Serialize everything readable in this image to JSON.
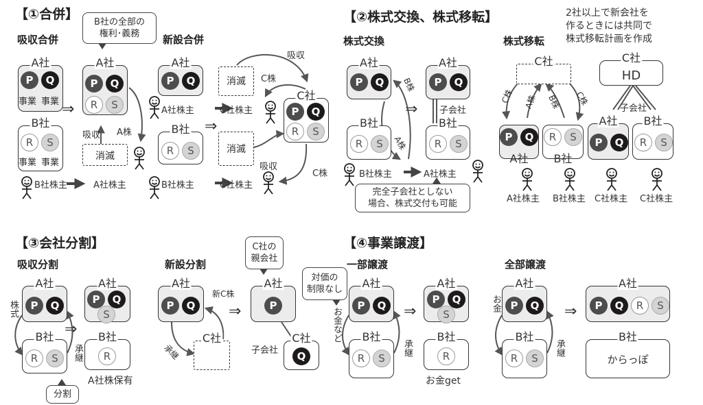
{
  "titles": {
    "merger": "【①合併】",
    "exchange_transfer": "【②株式交換、株式移転】",
    "split": "【③会社分割】",
    "transfer": "【④事業譲渡】"
  },
  "subtitles": {
    "absorption_merger": "吸収合併",
    "new_merger": "新設合併",
    "share_exchange": "株式交換",
    "share_transfer": "株式移転",
    "absorption_split": "吸収分割",
    "new_split": "新設分割",
    "partial_transfer": "一部譲渡",
    "full_transfer": "全部譲渡"
  },
  "terms": {
    "A": "A社",
    "B": "B社",
    "C": "C社",
    "HD": "HD",
    "business": "事業",
    "absorb": "吸収",
    "vanish": "消滅",
    "a_stock": "A株",
    "b_stock": "B株",
    "c_stock": "C株",
    "new_c_stock": "新C株",
    "a_holder": "A社株主",
    "b_holder": "B社株主",
    "c_holder": "C社株主",
    "subsidiary": "子会社",
    "succession": "承継",
    "stock": "株式",
    "money": "お金",
    "money_etc": "お金など",
    "implies": "⇒",
    "holds_a_stock": "A社株保有",
    "money_get": "お金get",
    "empty": "からっぽ"
  },
  "circles": {
    "P": "P",
    "Q": "Q",
    "R": "R",
    "S": "S"
  },
  "bubbles": {
    "all_rights": [
      "B社の全部の",
      "権利･義務"
    ],
    "not_full_subsidiary": [
      "完全子会社としない",
      "場合、株式交付も可能"
    ],
    "split": [
      "分割"
    ],
    "parent_of_c": [
      "C社の",
      "親会社"
    ],
    "no_limit": [
      "対価の",
      "制限なし"
    ]
  },
  "notes": {
    "joint_transfer": [
      "2社以上で新会社を",
      "作るときには共同で",
      "株式移転計画を作成"
    ]
  },
  "colors": {
    "P": "#4d4d4d",
    "Q": "#1e1a1a",
    "R": "#ffffff",
    "S": "#d4d4d4",
    "box_fill": "#ececec"
  }
}
